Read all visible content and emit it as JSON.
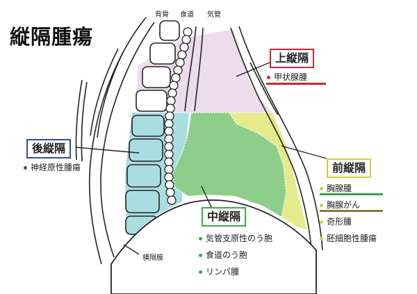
{
  "title": "縦隔腫瘍",
  "labels": {
    "spine": "背骨",
    "esophagus": "食道",
    "trachea": "気管",
    "diaphragm": "横隔膜"
  },
  "regions": {
    "superior": {
      "name": "上縦隔",
      "border_color": "#d1252f",
      "items": [
        {
          "text": "甲状腺腫",
          "dot_color": "#d1252f",
          "underline": "#d1252f"
        }
      ]
    },
    "posterior": {
      "name": "後縦隔",
      "border_color": "#2f4f9e",
      "items": [
        {
          "text": "神経原性腫瘍",
          "dot_color": "#2f4f9e"
        }
      ]
    },
    "anterior": {
      "name": "前縦隔",
      "border_color": "#d6cd3c",
      "items": [
        {
          "text": "胸腺腫",
          "dot_color": "#d6cd3c",
          "underline": "#39a34a"
        },
        {
          "text": "胸腺がん",
          "dot_color": "#d6cd3c",
          "underline": "#857a3d"
        },
        {
          "text": "奇形腫",
          "dot_color": "#d6cd3c"
        },
        {
          "text": "胚細胞性腫瘍",
          "dot_color": "#d6cd3c"
        }
      ]
    },
    "middle": {
      "name": "中縦隔",
      "border_color": "#3aa84a",
      "items": [
        {
          "text": "気管支原性のう胞",
          "dot_color": "#3aa84a"
        },
        {
          "text": "食道のう胞",
          "dot_color": "#3aa84a"
        },
        {
          "text": "リンパ腫",
          "dot_color": "#3aa84a"
        }
      ]
    }
  },
  "colors": {
    "superior_fill": "#ecdcec",
    "middle_fill": "#8dcf8a",
    "anterior_fill": "#e7ea8a",
    "posterior_fill": "#a9dde2"
  }
}
